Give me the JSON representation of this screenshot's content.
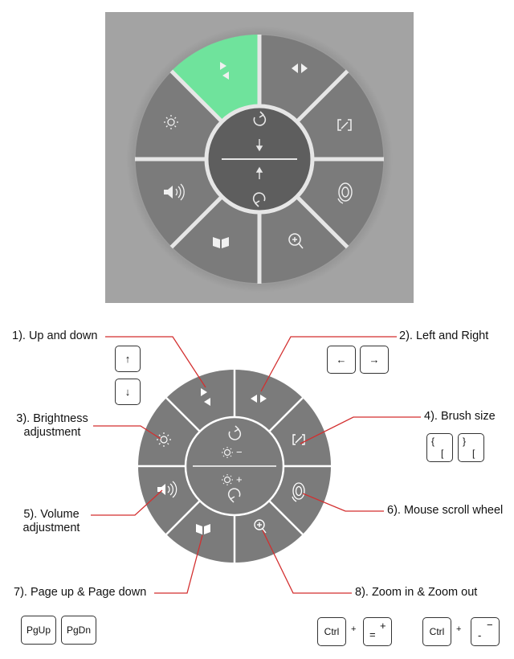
{
  "labels": {
    "up_down": "1). Up and down",
    "left_right": "2). Left and Right",
    "brightness_line1": "3). Brightness",
    "brightness_line2": "adjustment",
    "brush": "4). Brush size",
    "volume_line1": "5). Volume",
    "volume_line2": "adjustment",
    "scroll": "6). Mouse scroll wheel",
    "page": "7). Page up & Page down",
    "zoom": "8). Zoom in & Zoom out"
  },
  "keys": {
    "up": "↑",
    "down": "↓",
    "left": "←",
    "right": "→",
    "brace_open": "{",
    "bracket_open": "[",
    "brace_close": "}",
    "bracket_close": "[",
    "pgup": "PgUp",
    "pgdn": "PgDn",
    "ctrl_1": "Ctrl",
    "plus_1": "+",
    "equals_top": "+",
    "equals_bottom": "=",
    "ctrl_2": "Ctrl",
    "plus_2": "+",
    "minus_top": "−",
    "minus_bottom": "-"
  },
  "wheel_center_bottom": {
    "minus": "−",
    "plus": "+"
  },
  "colors": {
    "panel_bg": "#a3a3a3",
    "wheel": "#7b7b7b",
    "wheel_center": "#5e5e5e",
    "highlight": "#6fe39c",
    "callout_line": "#d32f2f"
  },
  "icons": [
    "up-down-arrows-icon",
    "left-right-arrows-icon",
    "brush-size-icon",
    "mouse-scroll-icon",
    "zoom-icon",
    "page-book-icon",
    "volume-icon",
    "brightness-icon",
    "rotate-ccw-icon",
    "rotate-cw-icon"
  ]
}
